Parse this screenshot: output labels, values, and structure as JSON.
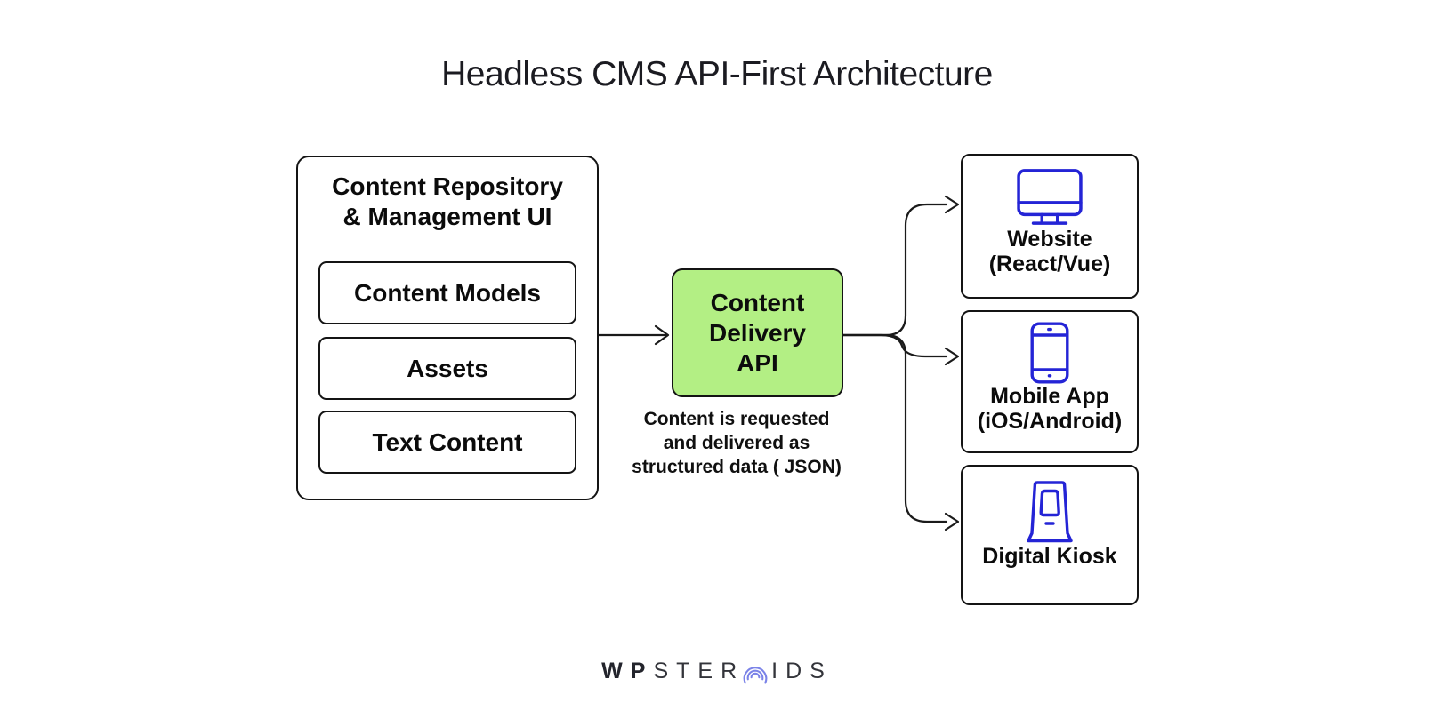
{
  "title": "Headless CMS API-First Architecture",
  "repository": {
    "title_line1": "Content Repository",
    "title_line2": "& Management UI",
    "items": [
      "Content Models",
      "Assets",
      "Text Content"
    ]
  },
  "api": {
    "label_line1": "Content",
    "label_line2": "Delivery",
    "label_line3": "API",
    "caption_line1": "Content is requested",
    "caption_line2": "and delivered as",
    "caption_line3": "structured data ( JSON)"
  },
  "channels": [
    {
      "icon": "monitor-icon",
      "label_line1": "Website",
      "label_line2": "(React/Vue)"
    },
    {
      "icon": "smartphone-icon",
      "label_line1": "Mobile App",
      "label_line2": "(iOS/Android)"
    },
    {
      "icon": "kiosk-icon",
      "label_line1": "Digital Kiosk"
    }
  ],
  "logo": {
    "prefix": "WP",
    "mid": "STER",
    "suffix": "IDS",
    "o_glyph": "concentric-arcs-icon"
  },
  "colors": {
    "background": "#ffffff",
    "box_border": "#141414",
    "accent_green": "#b3ef84",
    "device_icon_blue": "#2424d6",
    "connector_line": "#1a1a1a",
    "logo_arc_blue": "#7b83e8",
    "logo_wp_dark": "#23242c"
  }
}
